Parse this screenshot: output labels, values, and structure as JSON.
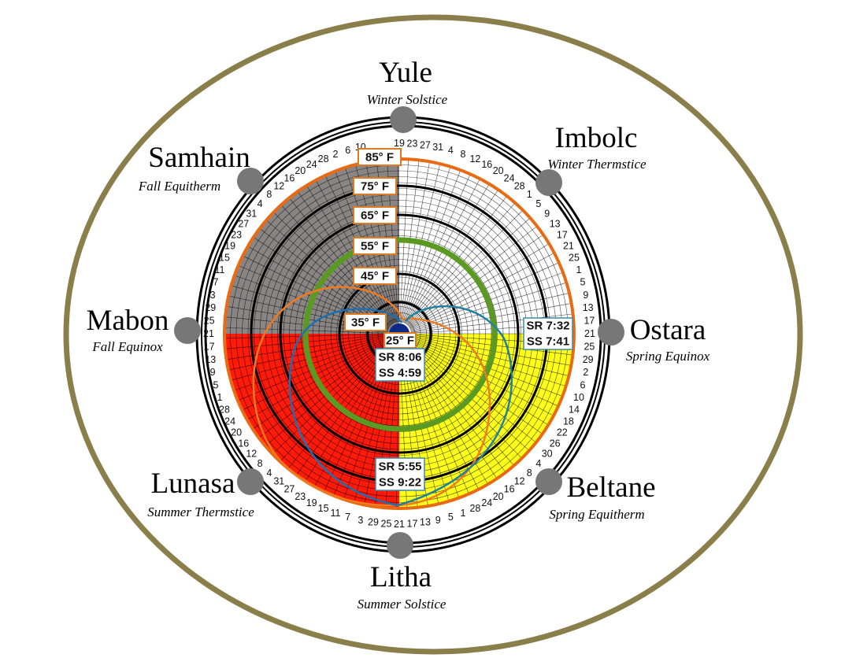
{
  "colors": {
    "frame": "#8a7f4a",
    "winter_quadrant": "#8a8585",
    "winter_late_quadrant": "#ffffff",
    "spring_quadrant": "#ffff1a",
    "summer_quadrant": "#ff1a0a",
    "temperature_ring": "#5a9a23",
    "daylength_curve_a": "#f07a20",
    "daylength_curve_b": "#1f6fb0",
    "marker": "#777777"
  },
  "festivals": [
    {
      "name": "Yule",
      "subtitle": "Winter Solstice"
    },
    {
      "name": "Imbolc",
      "subtitle": "Winter Thermstice"
    },
    {
      "name": "Ostara",
      "subtitle": "Spring Equinox"
    },
    {
      "name": "Beltane",
      "subtitle": "Spring Equitherm"
    },
    {
      "name": "Litha",
      "subtitle": "Summer Solstice"
    },
    {
      "name": "Lunasa",
      "subtitle": "Summer Thermstice"
    },
    {
      "name": "Mabon",
      "subtitle": "Fall Equinox"
    },
    {
      "name": "Samhain",
      "subtitle": "Fall Equitherm"
    }
  ],
  "temperatures": [
    "85° F",
    "75° F",
    "65° F",
    "55° F",
    "45° F",
    "35° F",
    "25° F"
  ],
  "sun_times": [
    {
      "sr": "SR 7:32",
      "ss": "SS 7:41"
    },
    {
      "sr": "SR 8:06",
      "ss": "SS 4:59"
    },
    {
      "sr": "SR 5:55",
      "ss": "SS 9:22"
    }
  ],
  "date_ring": {
    "top": "19",
    "bottom": "21",
    "right_half": [
      "23",
      "27",
      "31",
      "4",
      "8",
      "12",
      "16",
      "20",
      "24",
      "28",
      "1",
      "5",
      "9",
      "13",
      "17",
      "21",
      "25",
      "1",
      "5",
      "9",
      "13",
      "17",
      "21",
      "25",
      "29",
      "2",
      "6",
      "10",
      "14",
      "18",
      "22",
      "26",
      "30",
      "4",
      "8",
      "12",
      "16",
      "20",
      "24",
      "28",
      "1",
      "5",
      "9",
      "13",
      "17"
    ],
    "left_half": [
      "25",
      "29",
      "3",
      "7",
      "11",
      "15",
      "19",
      "23",
      "27",
      "31",
      "4",
      "8",
      "12",
      "16",
      "20",
      "24",
      "28",
      "1",
      "5",
      "9",
      "13",
      "17",
      "21",
      "25",
      "29",
      "3",
      "7",
      "11",
      "15",
      "19",
      "23",
      "27",
      "31",
      "4",
      "8",
      "12",
      "16",
      "20",
      "24",
      "28",
      "2",
      "6",
      "10"
    ]
  }
}
